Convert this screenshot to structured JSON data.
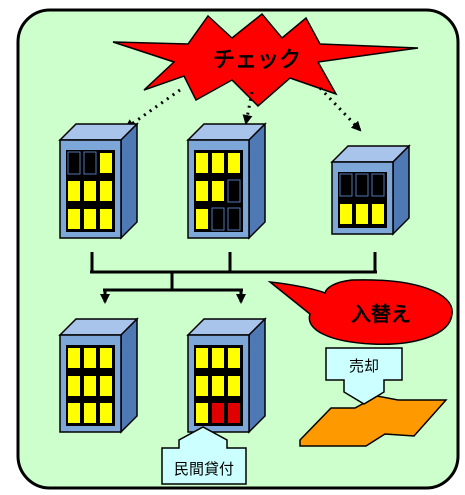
{
  "labels": {
    "check": "チェック",
    "replace": "入替え",
    "sale": "売却",
    "private_loan": "民間貸付"
  },
  "colors": {
    "background": "#CCFFCC",
    "burst": "#FF0000",
    "building_front": "#7DA7D9",
    "building_side": "#4F79B5",
    "building_roof": "#A9C4EA",
    "window_lit": "#FFFF00",
    "window_dark": "#000000",
    "window_red": "#E00000",
    "land": "#FF9900"
  }
}
